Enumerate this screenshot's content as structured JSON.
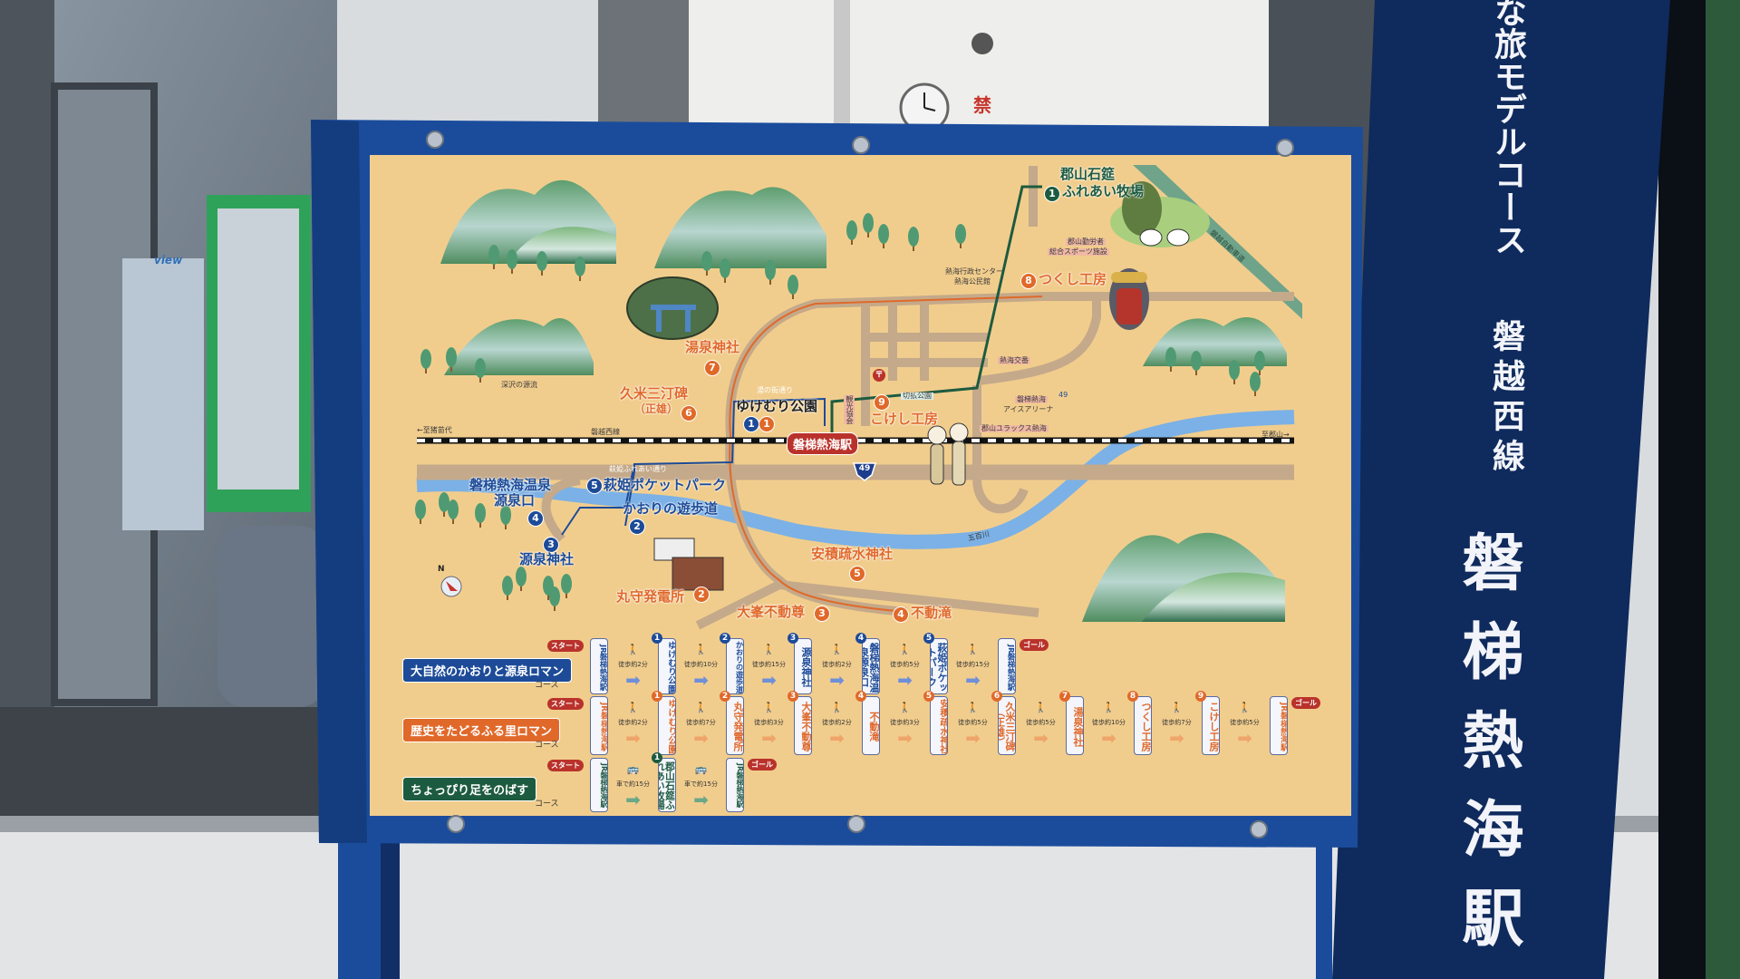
{
  "background": {
    "kiosk_sign": "view",
    "wall_sign": "禁"
  },
  "pillar": {
    "line1": "な旅モデルコース",
    "line2": "磐越西線",
    "line3": "磐梯熱海駅"
  },
  "map": {
    "station": "磐梯熱海駅",
    "rail_line": "磐越西線",
    "to_west": "←至猪苗代",
    "to_east": "至郡山→",
    "route_number": "49",
    "river": "五百川",
    "street": "萩姫ふれあい通り",
    "street2": "湯の街通り",
    "expressway": "磐越自動車道",
    "compass": "N",
    "post_office": "〒",
    "labels": {
      "farm_1": "郡山石筵",
      "farm_2": "ふれあい牧場",
      "yuzen_shrine": "湯泉神社",
      "kume_1": "久米三汀碑",
      "kume_2": "（正雄）",
      "yukemuri_park": "ゆけむり公園",
      "kokeshi": "こけし工房",
      "tsukushi": "つくし工房",
      "gensenguchi_1": "磐梯熱海温泉",
      "gensenguchi_2": "源泉口",
      "hagihime_park": "萩姫ポケットパーク",
      "kaori_path": "かおりの遊歩道",
      "gensen_shrine": "源泉神社",
      "marumori": "丸守発電所",
      "omine": "大峯不動尊",
      "fudotaki": "不動滝",
      "asaka_shrine": "安積疏水神社",
      "gyosei_1": "熱海行政センター",
      "gyosei_2": "熱海公民館",
      "sports_1": "郡山勤労者",
      "sports_2": "総合スポーツ施設",
      "koban": "熱海交番",
      "arena_1": "磐梯熱海",
      "arena_2": "アイスアリーナ",
      "yuracks": "郡山ユラックス熱海",
      "kiribarai": "切払公園",
      "kanko": "観光協会",
      "fukasawa": "深沢の源流"
    }
  },
  "courses": {
    "start_label": "スタート",
    "goal_label": "ゴール",
    "rows": [
      {
        "label": "大自然のかおりと源泉ロマン",
        "sub": "コース",
        "color": "#1d4b98",
        "arrow_color": "#6f8fd8",
        "stops": [
          {
            "num": "",
            "name": "JR磐梯熱海駅"
          },
          {
            "num": "1",
            "name": "ゆけむり公園"
          },
          {
            "num": "2",
            "name": "かおりの遊歩道"
          },
          {
            "num": "3",
            "name": "源泉神社"
          },
          {
            "num": "4",
            "name": "磐梯熱海温泉源泉口"
          },
          {
            "num": "5",
            "name": "萩姫ポケットパーク"
          },
          {
            "num": "",
            "name": "JR磐梯熱海駅"
          }
        ],
        "legs": [
          "徒歩約2分",
          "徒歩約10分",
          "徒歩約15分",
          "徒歩約2分",
          "徒歩約5分",
          "徒歩約15分"
        ]
      },
      {
        "label": "歴史をたどるふる里ロマン",
        "sub": "コース",
        "color": "#e0692a",
        "arrow_color": "#efa56a",
        "stops": [
          {
            "num": "",
            "name": "JR磐梯熱海駅"
          },
          {
            "num": "1",
            "name": "ゆけむり公園"
          },
          {
            "num": "2",
            "name": "丸守発電所"
          },
          {
            "num": "3",
            "name": "大峯不動尊"
          },
          {
            "num": "4",
            "name": "不動滝"
          },
          {
            "num": "5",
            "name": "安積疏水神社"
          },
          {
            "num": "6",
            "name": "久米三汀碑（正雄）"
          },
          {
            "num": "7",
            "name": "湯泉神社"
          },
          {
            "num": "8",
            "name": "つくし工房"
          },
          {
            "num": "9",
            "name": "こけし工房"
          },
          {
            "num": "",
            "name": "JR磐梯熱海駅"
          }
        ],
        "legs": [
          "徒歩約2分",
          "徒歩約7分",
          "徒歩約3分",
          "徒歩約2分",
          "徒歩約3分",
          "徒歩約5分",
          "徒歩約5分",
          "徒歩約10分",
          "徒歩約7分",
          "徒歩約5分"
        ]
      },
      {
        "label": "ちょっぴり足をのばす",
        "sub": "コース",
        "color": "#1d5b40",
        "arrow_color": "#6aa888",
        "stops": [
          {
            "num": "",
            "name": "JR磐梯熱海駅"
          },
          {
            "num": "1",
            "name": "郡山石筵ふれあい牧場"
          },
          {
            "num": "",
            "name": "JR磐梯熱海駅"
          }
        ],
        "legs": [
          "車で約15分",
          "車で約15分"
        ]
      }
    ]
  },
  "colors": {
    "map_bg": "#f1cd8d",
    "frame_blue": "#1b4c9c",
    "pillar_blue": "#0f2a5c",
    "orange": "#e0692a",
    "blue": "#1d4b98",
    "green": "#1d5b40",
    "station_red": "#b9322b"
  }
}
